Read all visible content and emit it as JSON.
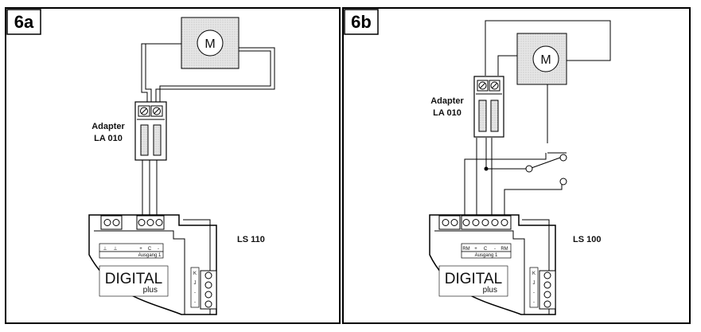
{
  "panels": [
    {
      "tag": "6a",
      "adapter_label_1": "Adapter",
      "adapter_label_2": "LA 010",
      "device_label": "LS 110",
      "motor_symbol": "M",
      "brand_main": "DIGITAL",
      "brand_sub": "plus",
      "terminal_labels": [
        "⊥",
        "⊥",
        "+",
        "C",
        "-"
      ],
      "output_label": "Ausgang 1",
      "side_labels": [
        "K",
        "J",
        "-",
        "-"
      ]
    },
    {
      "tag": "6b",
      "adapter_label_1": "Adapter",
      "adapter_label_2": "LA 010",
      "device_label": "LS 100",
      "motor_symbol": "M",
      "brand_main": "DIGITAL",
      "brand_sub": "plus",
      "terminal_labels": [
        "RM",
        "+",
        "C",
        "-",
        "RM"
      ],
      "output_label": "Ausgang 1",
      "side_labels": [
        "K",
        "J",
        "-",
        "-"
      ]
    }
  ]
}
